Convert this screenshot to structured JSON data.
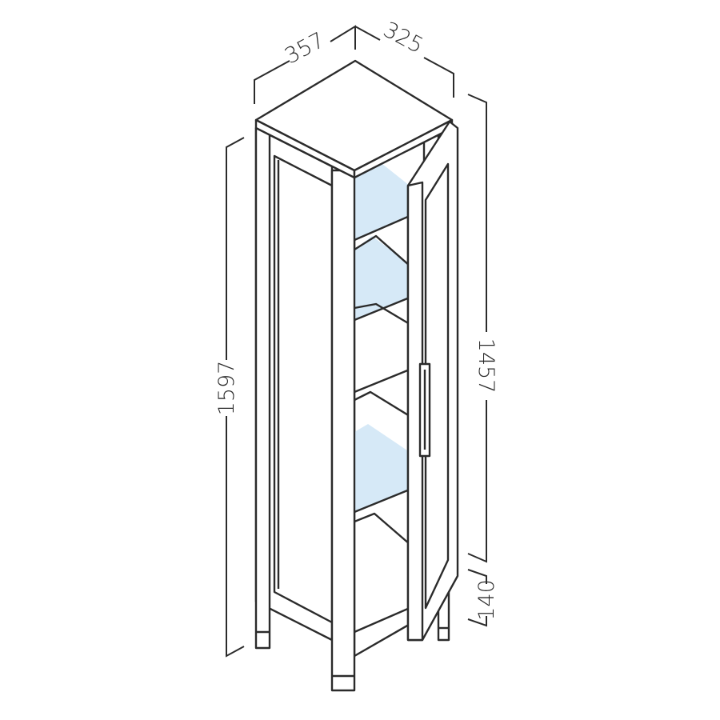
{
  "dimensions": {
    "width": "357",
    "depth": "325",
    "total_height": "1597",
    "body_height": "1457",
    "leg_height": "140"
  },
  "colors": {
    "glass": "#d6e9f7",
    "line": "#2b2b2b"
  }
}
